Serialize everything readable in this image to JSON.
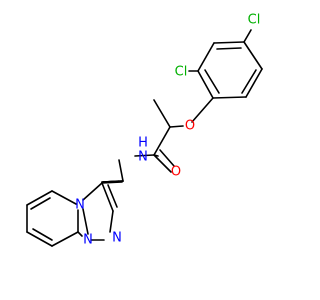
{
  "colors": {
    "bond": "#000000",
    "carbon": "#000000",
    "oxygen": "#FF0000",
    "nitrogen": "#0000FF",
    "chlorine": "#00B000",
    "background": "#FFFFFF"
  },
  "labels": {
    "cl_top": "Cl",
    "cl_ortho": "Cl",
    "o_ether": "O",
    "o_carbonyl": "O",
    "nh": "N",
    "h": "H",
    "n_bridge": "N",
    "n_upper": "N",
    "n_lower": "N"
  }
}
